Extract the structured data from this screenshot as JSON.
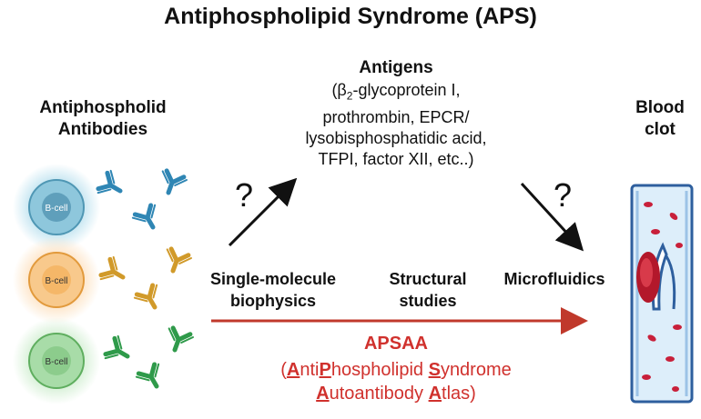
{
  "title": "Antiphospholipid Syndrome (APS)",
  "antibodies": {
    "line1": "Antiphospholid",
    "line2": "Antibodies"
  },
  "cells": [
    {
      "label": "B-cell",
      "color": "#5aa9c8"
    },
    {
      "label": "B-cell",
      "color": "#f2b35a"
    },
    {
      "label": "B-cell",
      "color": "#7cc57c"
    }
  ],
  "antibody_colors": {
    "blue": "#2f86b4",
    "gold": "#d19a2a",
    "green": "#2f9a4a"
  },
  "antigens": {
    "heading": "Antigens",
    "line1_pre": "(β",
    "line1_sub": "2",
    "line1_post": "-glycoprotein I,",
    "line2": "prothrombin, EPCR/",
    "line3": "lysobisphosphatidic acid,",
    "line4": "TFPI, factor XII,  etc..)"
  },
  "question_left": "?",
  "question_right": "?",
  "methods": {
    "single_1": "Single-molecule",
    "single_2": "biophysics",
    "structural_1": "Structural",
    "structural_2": "studies",
    "microfluidics": "Microfluidics"
  },
  "blood_clot": {
    "line1": "Blood",
    "line2": "clot"
  },
  "apsaa": {
    "title": "APSAA",
    "p1": "(",
    "u1": "A",
    "t1": "nti",
    "u2": "P",
    "t2": "hospholipid ",
    "u3": "S",
    "t3": "yndrome",
    "u4": "A",
    "t4": "utoantibody ",
    "u5": "A",
    "t5": "tlas)"
  },
  "accent_color": "#d0312d"
}
